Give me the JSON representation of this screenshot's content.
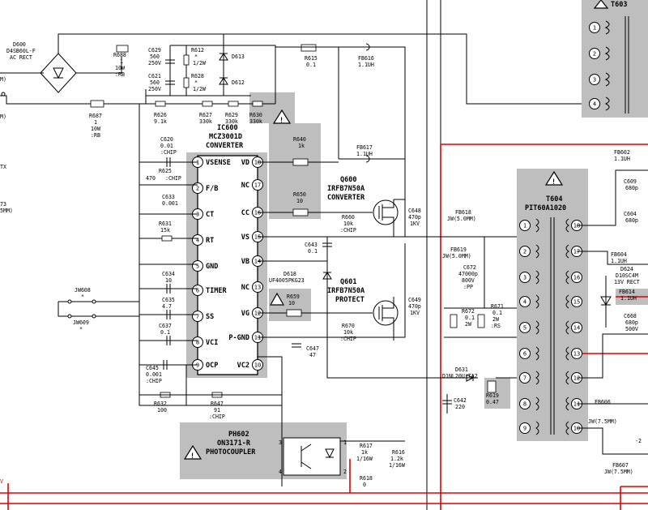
{
  "ic600": {
    "ref": "IC600",
    "part": "MCZ3001D",
    "role": "CONVERTER",
    "left_pins": [
      {
        "n": "1",
        "name": "VSENSE"
      },
      {
        "n": "2",
        "name": "F/B"
      },
      {
        "n": "3",
        "name": "CT"
      },
      {
        "n": "4",
        "name": "RT"
      },
      {
        "n": "5",
        "name": "GND"
      },
      {
        "n": "6",
        "name": "TIMER"
      },
      {
        "n": "7",
        "name": "SS"
      },
      {
        "n": "8",
        "name": "VCI"
      },
      {
        "n": "9",
        "name": "OCP"
      }
    ],
    "right_pins": [
      {
        "n": "18",
        "name": "VD"
      },
      {
        "n": "17",
        "name": "NC"
      },
      {
        "n": "16",
        "name": "CC"
      },
      {
        "n": "15",
        "name": "VS"
      },
      {
        "n": "14",
        "name": "VB"
      },
      {
        "n": "13",
        "name": "NC"
      },
      {
        "n": "12",
        "name": "VG"
      },
      {
        "n": "11",
        "name": "P-GND"
      },
      {
        "n": "10",
        "name": "VC2"
      }
    ]
  },
  "t604": {
    "ref": "T604",
    "part": "PIT60A1020",
    "left_pins": [
      "1",
      "2",
      "3",
      "4",
      "5",
      "6",
      "7",
      "8",
      "9"
    ],
    "right_pins": [
      "18",
      "17",
      "16",
      "15",
      "14",
      "13",
      "12",
      "11",
      "10"
    ]
  },
  "t603": {
    "ref": "T603",
    "pins": [
      "1",
      "2",
      "3",
      "4"
    ]
  },
  "q600": {
    "ref": "Q600",
    "part": "IRFB7N50A",
    "role": "CONVERTER"
  },
  "q601": {
    "ref": "Q601",
    "part": "IRFB7N50A",
    "role": "PROTECT"
  },
  "ph602": {
    "ref": "PH602",
    "part": "ON3171-R",
    "role": "PHOTOCOUPLER",
    "pins": [
      "1",
      "2",
      "3",
      "4"
    ]
  },
  "d600": {
    "l1": "D600",
    "l2": "D4SB60L-F",
    "l3": "AC RECT"
  },
  "labels": {
    "c629": [
      "C629",
      "560",
      "250V"
    ],
    "c621": [
      "C621",
      "560",
      "250V"
    ],
    "r612": [
      "R612",
      "*",
      "1/2W"
    ],
    "r628": [
      "R628",
      "*",
      "1/2W"
    ],
    "d613": "D613",
    "d612": "D612",
    "r688": [
      "R688",
      "1",
      "10W",
      ":RB"
    ],
    "r687": [
      "R687",
      "1",
      "10W",
      ":RB"
    ],
    "r615": [
      "R615",
      "0.1"
    ],
    "fb616": [
      "FB616",
      "1.1UH"
    ],
    "r626": [
      "R626",
      "9.1k"
    ],
    "r627": [
      "R627",
      "330k"
    ],
    "r629": [
      "R629",
      "330k"
    ],
    "r630": [
      "R630",
      "330k"
    ],
    "c620": [
      "C620",
      "0.01",
      ":CHIP"
    ],
    "r640": [
      "R640",
      "1k"
    ],
    "fb617": [
      "FB617",
      "1.1UH"
    ],
    "r625": [
      "R625",
      "470",
      ":CHIP"
    ],
    "r650": [
      "R650",
      "10"
    ],
    "c633": [
      "C633",
      "0.001"
    ],
    "r631": [
      "R631",
      "15k"
    ],
    "r660": [
      "R660",
      "10k",
      ":CHIP"
    ],
    "c648": [
      "C648",
      "470p",
      "1KV"
    ],
    "c643": [
      "C643",
      "0.1"
    ],
    "d618": [
      "D618",
      "UF4005PKG23"
    ],
    "r659": [
      "R659",
      "10"
    ],
    "c634": [
      "C634",
      "10"
    ],
    "c635": [
      "C635",
      "4.7"
    ],
    "c637": [
      "C637",
      "0.1"
    ],
    "c645": [
      "C645",
      "0.001",
      ":CHIP"
    ],
    "r632": [
      "R632",
      "100"
    ],
    "r647": [
      "R647",
      "91",
      ":CHIP"
    ],
    "r670": [
      "R670",
      "10k",
      ":CHIP"
    ],
    "c649": [
      "C649",
      "470p",
      "1KV"
    ],
    "c647": [
      "C647",
      "47"
    ],
    "jw608": [
      "JW608",
      "*"
    ],
    "jw609": [
      "JW609",
      "*"
    ],
    "fb618": [
      "FB618",
      "JW(5.0MM)"
    ],
    "fb619": [
      "FB619",
      "JW(5.0MM)"
    ],
    "c672": [
      "C672",
      "47000p",
      "800V",
      ":PP"
    ],
    "r672": [
      "R672",
      "0.1",
      "2W"
    ],
    "r671": [
      "R671",
      "0.1",
      "2W",
      ":RS"
    ],
    "d631": "D631",
    "d631b": "D1NL20U-TA2",
    "c642": [
      "C642",
      "220"
    ],
    "r619": [
      "R619",
      "0.47"
    ],
    "r617": [
      "R617",
      "1k",
      "1/16W"
    ],
    "r616": [
      "R616",
      "1.2k",
      "1/16W"
    ],
    "r618": [
      "R618",
      "0"
    ],
    "fb602": [
      "FB602",
      "1.1UH"
    ],
    "c609": [
      "C609",
      "680p"
    ],
    "c604": [
      "C604",
      "680p"
    ],
    "fb604": [
      "FB604",
      "1.1UH"
    ],
    "d624": [
      "D624",
      "D10SC4M",
      "13V RECT"
    ],
    "fb614": [
      "FB614",
      "1.1UH"
    ],
    "c668": [
      "C668",
      "680p",
      "500V"
    ],
    "fb606": [
      "FB606",
      "JW(7.5MM)"
    ],
    "fb607": [
      "FB607",
      "JW(7.5MM)"
    ],
    "edge": [
      "M)",
      "TX",
      "73",
      "5MM)",
      "M)",
      "-2",
      "V"
    ]
  }
}
